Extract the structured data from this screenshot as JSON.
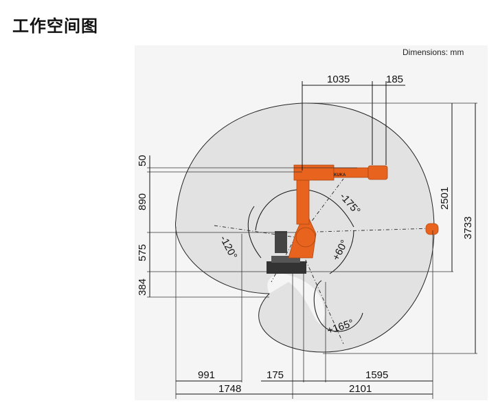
{
  "page": {
    "title": "工作空间图",
    "units_note": "Dimensions: mm"
  },
  "dims": {
    "top_a": "1035",
    "top_b": "185",
    "left_a": "50",
    "left_b": "890",
    "left_c": "575",
    "left_d": "384",
    "right_a": "2501",
    "right_b": "3733",
    "bottom_a": "991",
    "bottom_b": "175",
    "bottom_c": "1595",
    "bottom_d": "1748",
    "bottom_e": "2101"
  },
  "angles": {
    "a1": "-175°",
    "a2": "-120°",
    "a3": "+60°",
    "a4": "+165°"
  },
  "robot_label": "KUKA",
  "colors": {
    "robot": "#e8641e",
    "workspace": "#e6e6e6",
    "frame": "#f4f4f4"
  }
}
